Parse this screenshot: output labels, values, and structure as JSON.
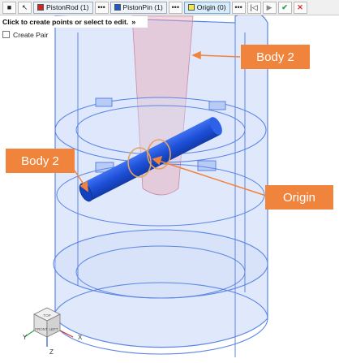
{
  "toolbar": {
    "stop_icon": "stop-square-icon",
    "select_icon": "cursor-select-icon",
    "collectors": [
      {
        "label": "PistonRod (1)",
        "color": "#d9211b"
      },
      {
        "label": "PistonPin (1)",
        "color": "#1f58c8"
      },
      {
        "label": "Origin (0)",
        "color": "#f3e84a"
      }
    ],
    "more_label": "•••",
    "nav_icons": [
      "skip-back-icon",
      "play-icon",
      "check-icon",
      "close-icon"
    ],
    "check_color": "#2ea043",
    "close_color": "#d43030"
  },
  "hint": {
    "text": "Click to create points or select to edit.",
    "chevron": "»"
  },
  "create_pair": {
    "label": "Create Pair",
    "checked": false
  },
  "callouts": {
    "body2_top": "Body 2",
    "body2_left": "Body 2",
    "origin": "Origin"
  },
  "view_cube": {
    "faces": [
      "TOP",
      "FRONT",
      "LEFT"
    ],
    "axes": [
      "Y",
      "X",
      "Z"
    ]
  },
  "colors": {
    "accent": "#f0843c",
    "part_blue": "#2b5fd9",
    "rod_pink": "#e9a8b6",
    "housing_blue": "#5b86e6"
  }
}
